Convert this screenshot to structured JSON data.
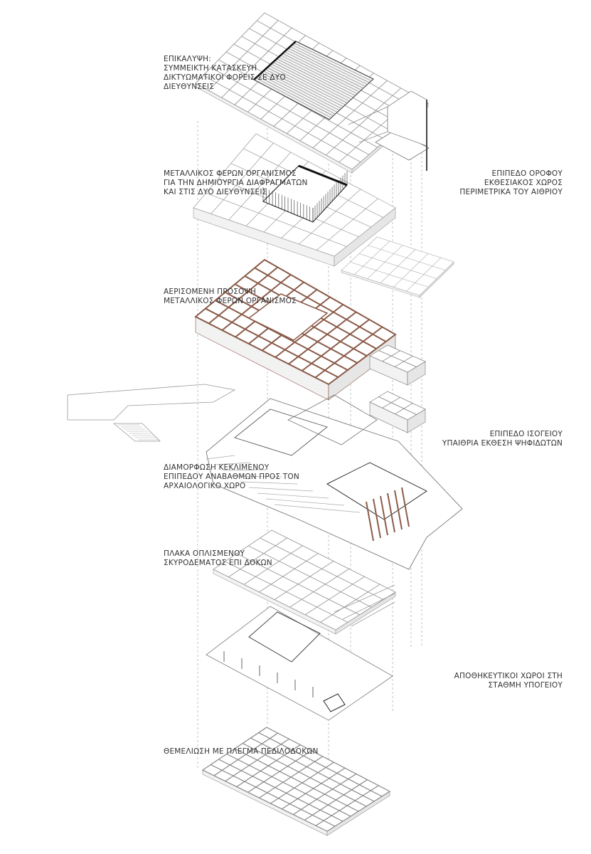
{
  "labels": {
    "roof": [
      "ΕΠΙΚΑΛΥΨΗ:",
      "ΣΥΜΜΕΙΚΤΗ ΚΑΤΑΣΚΕΥΗ",
      "ΔΙΚΤΥΩΜΑΤΙΚΟΙ ΦΟΡΕΙΣ ΣΕ ΔΥΟ",
      "ΔΙΕΥΘΥΝΣΕΙΣ"
    ],
    "steel_frame": [
      "ΜΕΤΑΛΛΙΚΟΣ ΦΕΡΩΝ ΟΡΓΑΝΙΣΜΟΣ",
      "ΓΙΑ ΤΗΝ ΔΗΜΙΟΥΡΓΙΑ ΔΙΑΦΡΑΓΜΑΤΩΝ",
      "ΚΑΙ ΣΤΙΣ ΔΥΟ ΔΙΕΥΘΥΝΣΕΙΣ"
    ],
    "upper_floor": [
      "ΕΠΙΠΕΔΟ ΟΡΟΦΟΥ",
      "ΕΚΘΕΣΙΑΚΟΣ ΧΩΡΟΣ",
      "ΠΕΡΙΜΕΤΡΙΚΑ ΤΟΥ ΑΙΘΡΙΟΥ"
    ],
    "facade": [
      "ΑΕΡΙΣΟΜΕΝΗ ΠΡΟΣΟΨΗ",
      "ΜΕΤΑΛΛΙΚΟΣ ΦΕΡΩΝ ΟΡΓΑΝΙΣΜΟΣ"
    ],
    "ground_floor": [
      "ΕΠΙΠΕΔΟ ΙΣΟΓΕΙΟΥ",
      "ΥΠΑΙΘΡΙΑ ΕΚΘΕΣΗ ΨΗΦΙΔΩΤΩΝ"
    ],
    "terraces": [
      "ΔΙΑΜΟΡΦΩΣΗ ΚΕΚΛΙΜΕΝΟΥ",
      "ΕΠΙΠΕΔΟΥ ΑΝΑΒΑΘΜΩΝ ΠΡΟΣ ΤΟΝ",
      "ΑΡΧΑΙΟΛΟΓΙΚΟ ΧΩΡΟ"
    ],
    "slab": [
      "ΠΛΑΚΑ ΟΠΛΙΣΜΕΝΟΥ",
      "ΣΚΥΡΟΔΕΜΑΤΟΣ ΕΠΙ ΔΟΚΩΝ"
    ],
    "basement": [
      "ΑΠΟΘΗΚΕΥΤΙΚΟΙ ΧΩΡΟΙ ΣΤΗ",
      "ΣΤΑΘΜΗ ΥΠΟΓΕΙΟΥ"
    ],
    "foundation": [
      "ΘΕΜΕΛΙΩΣΗ ΜΕ ΠΛΕΓΜΑ ΠΕΔΙΛΟΔΟΚΩΝ"
    ]
  },
  "colors": {
    "line": "#8c8c8c",
    "dark": "#333333",
    "steel": "#8a5a48"
  }
}
